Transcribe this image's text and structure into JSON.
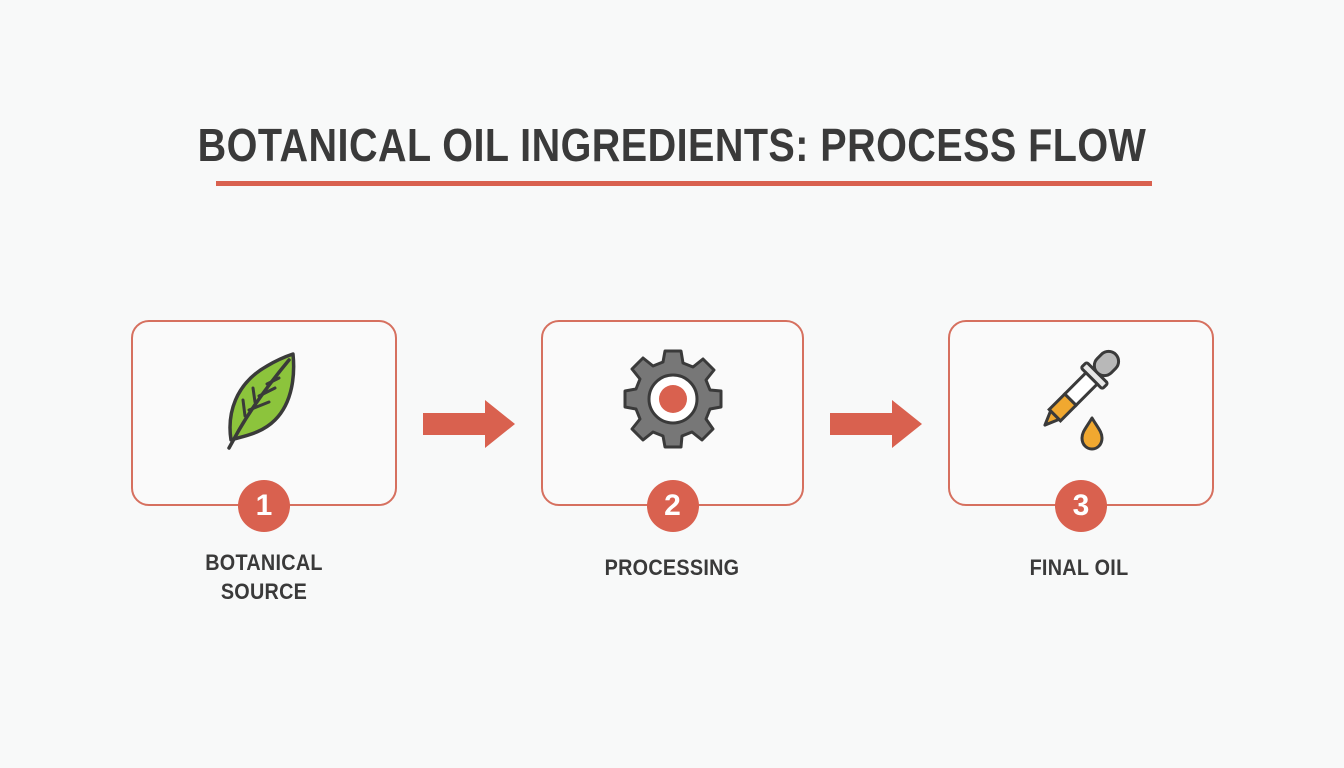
{
  "title": "BOTANICAL OIL INGREDIENTS: PROCESS FLOW",
  "colors": {
    "accent": "#d9614f",
    "text": "#3a3a3a",
    "leaf": "#8cc43c",
    "gear": "#777777",
    "oil": "#f0a830"
  },
  "steps": [
    {
      "number": "1",
      "label_line1": "BOTANICAL",
      "label_line2": "SOURCE",
      "icon": "leaf-icon"
    },
    {
      "number": "2",
      "label_line1": "PROCESSING",
      "label_line2": "",
      "icon": "gear-icon"
    },
    {
      "number": "3",
      "label_line1": "FINAL OIL",
      "label_line2": "",
      "icon": "dropper-icon"
    }
  ]
}
